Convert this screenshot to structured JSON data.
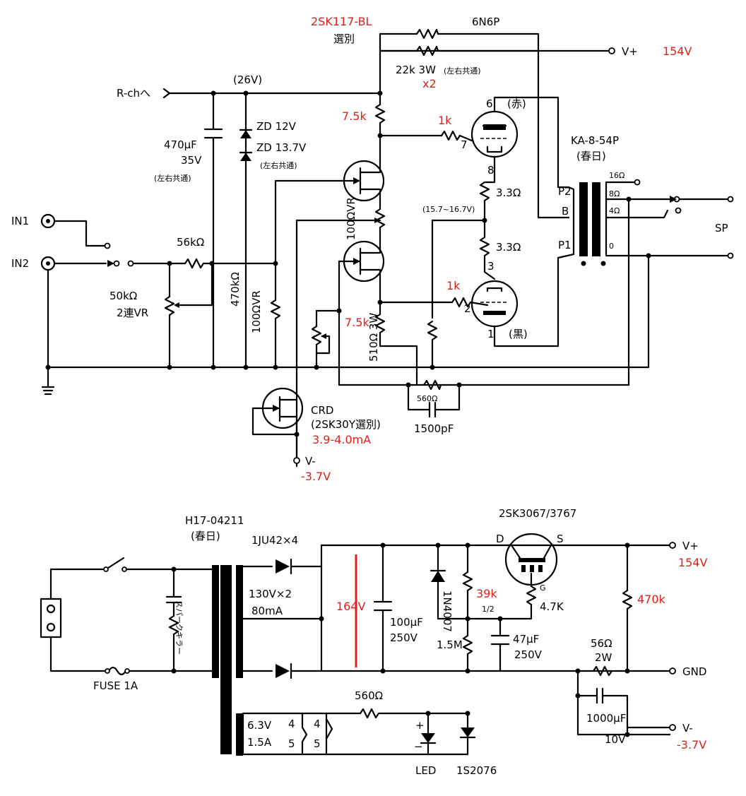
{
  "amp": {
    "fet_part": "2SK117-BL",
    "fet_note": "選別",
    "tube": "6N6P",
    "load_resistor": "22k 3W",
    "load_note": "(左右共通)",
    "load_count": "x2",
    "vplus_label": "V+",
    "vplus_value": "154V",
    "rch_label": "R-chへ",
    "rail_v": "(26V)",
    "cap_470": "470μF",
    "cap_470_v": "35V",
    "cap_470_note": "(左右共通)",
    "zd1": "ZD 12V",
    "zd2": "ZD 13.7V",
    "zd_note": "(左右共通)",
    "r_drain_top": "7.5k",
    "r_drain_bot": "7.5k",
    "r_grid_top": "1k",
    "r_grid_bot": "1k",
    "pin6": "6",
    "pin7": "7",
    "pin8": "8",
    "pin3": "3",
    "pin2": "2",
    "pin1": "1",
    "red_note": "(赤)",
    "black_note": "(黒)",
    "r_cath1": "3.3Ω",
    "r_cath2": "3.3Ω",
    "cath_v": "(15.7~16.7V)",
    "vr_100": "100ΩVR",
    "vr_100b": "100ΩVR",
    "r_510": "510Ω 3W",
    "transformer": "KA-8-54P",
    "transformer_note": "(春日)",
    "tap16": "16Ω",
    "tap8": "8Ω",
    "tap4": "4Ω",
    "tap0": "0",
    "p2": "P2",
    "b": "B",
    "p1": "P1",
    "sp": "SP",
    "in1": "IN1",
    "in2": "IN2",
    "r_56k": "56kΩ",
    "vr_50k": "50kΩ",
    "vr_50k_note": "2連VR",
    "r_470k": "470kΩ",
    "r_560": "560Ω",
    "c_1500": "1500pF",
    "crd": "CRD",
    "crd_part": "(2SK30Y選別)",
    "crd_current": "3.9-4.0mA",
    "vminus_label": "V-",
    "vminus_value": "-3.7V"
  },
  "psu": {
    "ptrans": "H17-04211",
    "ptrans_note": "(春日)",
    "diodes": "1JU42×4",
    "sec_v": "130V×2",
    "sec_i": "80mA",
    "dc_v": "164V",
    "cap_100": "100μF",
    "cap_100_v": "250V",
    "d_1n4007": "1N4007",
    "r_39k": "39k",
    "r_39k_w": "1/2",
    "r_15m": "1.5M",
    "cap_47": "47μF",
    "cap_47_v": "250V",
    "mosfet": "2SK3067/3767",
    "pin_d": "D",
    "pin_s": "S",
    "pin_g": "G",
    "r_47k": "4.7K",
    "r_470k": "470k",
    "vplus_label": "V+",
    "vplus_value": "154V",
    "gnd": "GND",
    "r_56": "56Ω",
    "r_56_w": "2W",
    "cap_1000": "1000μF",
    "cap_1000_v": "10V",
    "vminus_label": "V-",
    "vminus_value": "-3.7V",
    "spark": "スパークキラー",
    "fuse": "FUSE 1A",
    "heater_v": "6.3V",
    "heater_i": "1.5A",
    "h4a": "4",
    "h5a": "5",
    "h4b": "4",
    "h5b": "5",
    "r_560": "560Ω",
    "led": "LED",
    "diode_1s": "1S2076",
    "plus": "+",
    "minus": "−"
  }
}
